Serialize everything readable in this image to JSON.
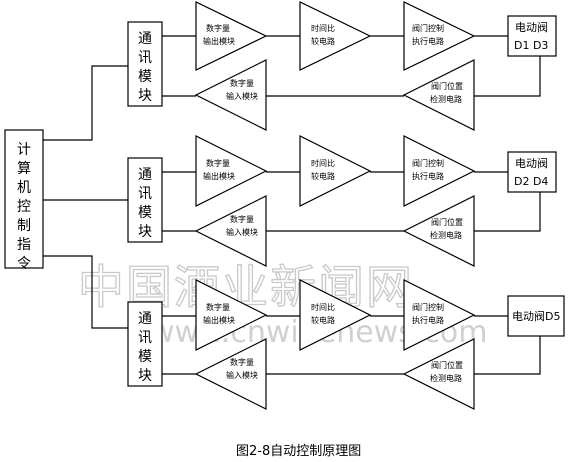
{
  "computer_block": {
    "chars": [
      "计",
      "算",
      "机",
      "控",
      "制",
      "指",
      "令"
    ]
  },
  "comm_block_chars": [
    "通",
    "讯",
    "模",
    "块"
  ],
  "modules": {
    "digital_output": [
      "数字量",
      "输出模块"
    ],
    "time_compare": [
      "时间比",
      "较电路"
    ],
    "valve_drive": [
      "阀门控制",
      "执行电路"
    ],
    "digital_input": [
      "数字量",
      "输入模块"
    ],
    "valve_position": [
      "阀门位置",
      "检测电路"
    ]
  },
  "valves": [
    {
      "lines": [
        "电动阀",
        "D1  D3"
      ]
    },
    {
      "lines": [
        "电动阀",
        "D2  D4"
      ]
    },
    {
      "lines": [
        "电动阀D5"
      ]
    }
  ],
  "watermark": {
    "cn": "中国酒业新闻网",
    "en": "www.cnwinenews.com"
  },
  "caption": "图2-8自动控制原理图"
}
